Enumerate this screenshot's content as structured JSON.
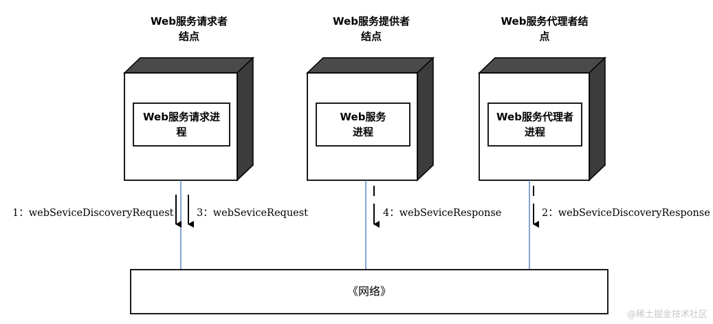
{
  "nodes": {
    "requester": {
      "title": "Web服务请求者\n结点",
      "process": "Web服务请求进\n程"
    },
    "provider": {
      "title": "Web服务提供者\n结点",
      "process": "Web服务\n进程"
    },
    "broker": {
      "title": "Web服务代理者结\n点",
      "process": "Web服务代理者\n进程"
    }
  },
  "messages": {
    "m1": "1：webSeviceDiscoveryRequest",
    "m3": "3：webSeviceRequest",
    "m4": "4：webSeviceResponse",
    "m2": "2：webSeviceDiscoveryResponse"
  },
  "network": {
    "label": "《网络》"
  },
  "watermark": "@稀土掘金技术社区"
}
